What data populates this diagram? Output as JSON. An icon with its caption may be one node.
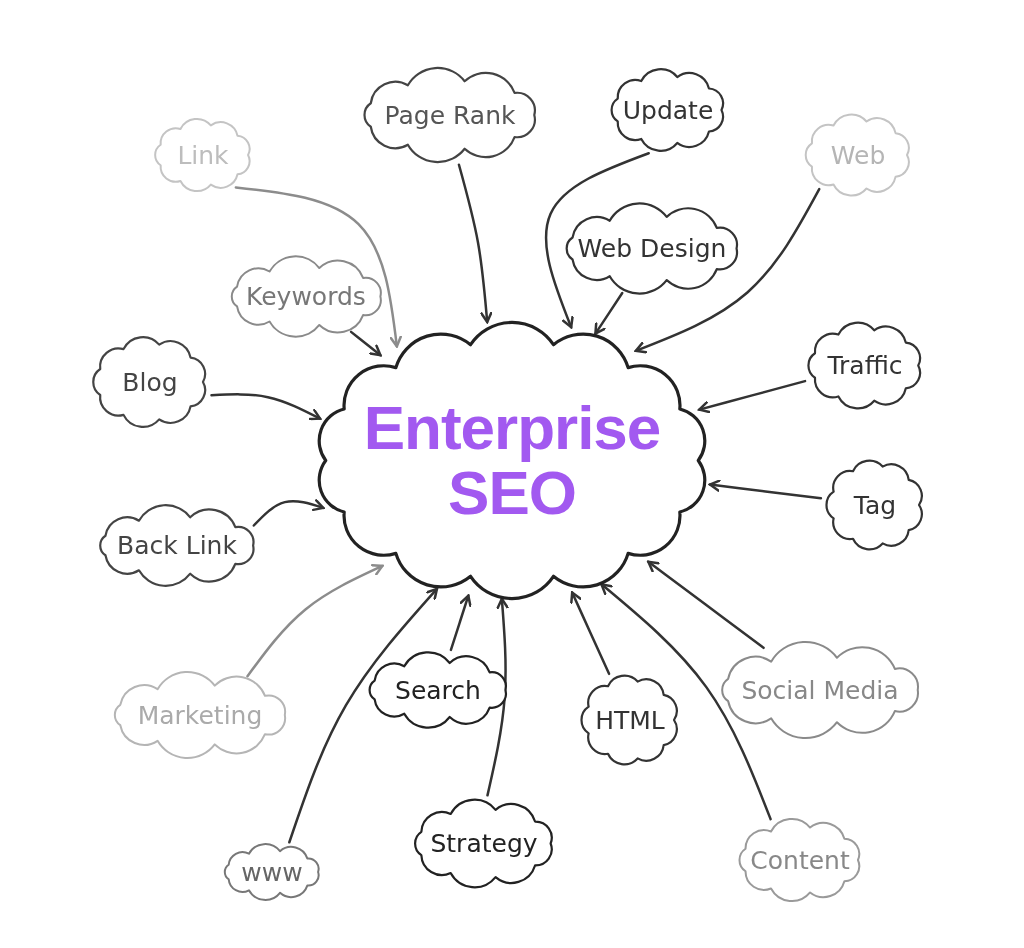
{
  "diagram": {
    "nodes": [
      {
        "text": [
          "Enterprise SEO"
        ]
      },
      {
        "text": [
          "Page Rank"
        ]
      },
      {
        "text": [
          "Update"
        ]
      },
      {
        "text": [
          "Link"
        ]
      },
      {
        "text": [
          "Web"
        ]
      },
      {
        "text": [
          "Web Design"
        ]
      },
      {
        "text": [
          "Keywords"
        ]
      },
      {
        "text": [
          "Blog"
        ]
      },
      {
        "text": [
          "Traffic"
        ]
      },
      {
        "text": [
          "Back Link"
        ]
      },
      {
        "text": [
          "Tag"
        ]
      },
      {
        "text": [
          "Marketing"
        ]
      },
      {
        "text": [
          "Search"
        ]
      },
      {
        "text": [
          "HTML"
        ]
      },
      {
        "text": [
          "Social Media"
        ]
      },
      {
        "text": [
          "Strategy"
        ]
      },
      {
        "text": [
          "Content"
        ]
      },
      {
        "text": [
          "www"
        ]
      }
    ],
    "edges": [
      {
        "from": 1,
        "to": 0,
        "arrow": "to"
      },
      {
        "from": 2,
        "to": 0,
        "arrow": "to"
      },
      {
        "from": 3,
        "to": 0,
        "arrow": "to",
        "color": "#8c8c8c"
      },
      {
        "from": 4,
        "to": 0,
        "arrow": "to"
      },
      {
        "from": 5,
        "to": 0,
        "arrow": "to"
      },
      {
        "from": 6,
        "to": 0,
        "arrow": "to"
      },
      {
        "from": 7,
        "to": 0,
        "arrow": "to"
      },
      {
        "from": 8,
        "to": 0,
        "arrow": "to"
      },
      {
        "from": 9,
        "to": 0,
        "arrow": "to"
      },
      {
        "from": 10,
        "to": 0,
        "arrow": "to"
      },
      {
        "from": 11,
        "to": 0,
        "arrow": "to",
        "color": "#8c8c8c"
      },
      {
        "from": 12,
        "to": 0,
        "arrow": "to"
      },
      {
        "from": 13,
        "to": 0,
        "arrow": "to"
      },
      {
        "from": 14,
        "to": 0,
        "arrow": "to"
      },
      {
        "from": 15,
        "to": 0,
        "arrow": "to"
      },
      {
        "from": 16,
        "to": 0,
        "arrow": "to"
      },
      {
        "from": 17,
        "to": 0,
        "arrow": "to"
      }
    ]
  }
}
